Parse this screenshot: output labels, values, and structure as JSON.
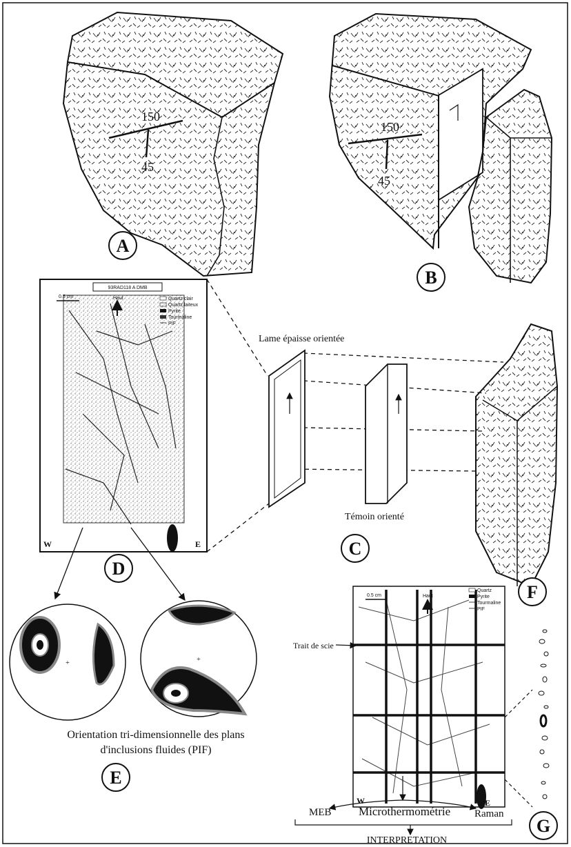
{
  "labels": {
    "a": "A",
    "b": "B",
    "c": "C",
    "d": "D",
    "e": "E",
    "f": "F",
    "g": "G"
  },
  "block_a": {
    "strike": "150",
    "dip": "45"
  },
  "block_b": {
    "strike": "150",
    "dip": "45"
  },
  "section_c": {
    "thick_section": "Lame épaisse orientée",
    "oriented_witness": "Témoin orienté"
  },
  "thin_section_d": {
    "title": "93RAD118 A DMB",
    "scale": "0.5 cm",
    "up": "Haut",
    "west": "W",
    "east": "E",
    "legend": [
      "Quartz clair",
      "Quartz laiteux",
      "Pyrite",
      "Tourmaline",
      "PIF"
    ]
  },
  "stereonets_e": {
    "caption_line1": "Orientation tri-dimensionnelle des plans",
    "caption_line2": "d'inclusions fluides (PIF)"
  },
  "section_f": {
    "scale": "0.5 cm",
    "up": "Haut",
    "west": "W",
    "east": "E",
    "saw_cut": "Trait de scie",
    "legend": [
      "Quartz",
      "Pyrite",
      "Tourmaline",
      "PIF"
    ]
  },
  "analyses_g": {
    "items": [
      "MEB",
      "Microthermométrie",
      "Raman"
    ],
    "result": "INTERPRETATION"
  },
  "colors": {
    "ink": "#111111",
    "paper": "#ffffff",
    "speckle": "#9a9a9a"
  }
}
